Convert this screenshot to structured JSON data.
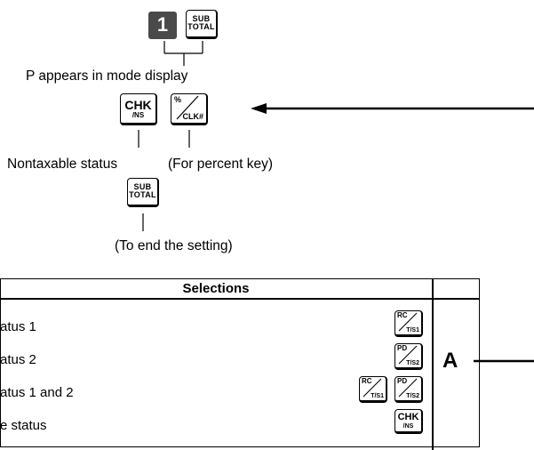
{
  "flow": {
    "key_number": "1",
    "subtotal_key": {
      "line1": "SUB",
      "line2": "TOTAL"
    },
    "mode_display_note": "P appears in mode display",
    "chk_key": {
      "line1": "CHK",
      "line2": "/NS"
    },
    "percent_key": {
      "top": "%",
      "bottom": "CLK#"
    },
    "nontaxable_label": "Nontaxable status",
    "percent_label": "(For percent key)",
    "end_label": "(To end the setting)"
  },
  "selections": {
    "header": "Selections",
    "rows": [
      {
        "label": "atus 1"
      },
      {
        "label": "atus 2"
      },
      {
        "label": "atus 1 and 2"
      },
      {
        "label": "e status"
      }
    ],
    "marker": "A",
    "keys": {
      "rc": {
        "top": "RC",
        "bottom": "T/S1"
      },
      "pd": {
        "top": "PD",
        "bottom": "T/S2"
      },
      "chk": {
        "line1": "CHK",
        "line2": "/NS"
      }
    }
  }
}
